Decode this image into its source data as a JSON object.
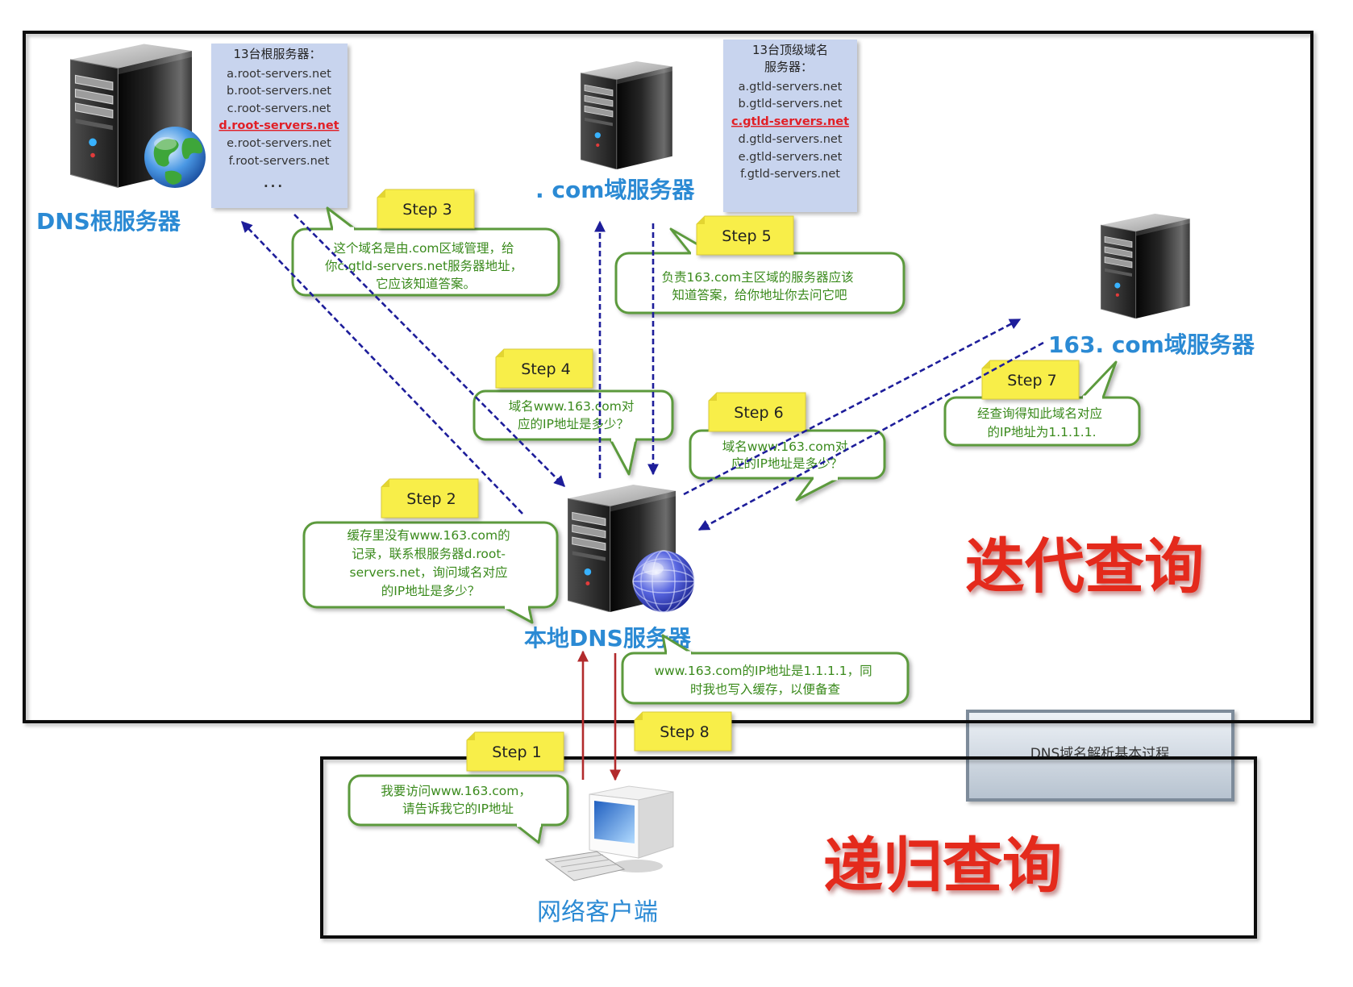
{
  "title": "DNS域名解析基本过程",
  "query_types": {
    "iterative": "迭代查询",
    "recursive": "递归查询"
  },
  "root_server": {
    "label": "DNS根服务器",
    "icon": "server-icon",
    "list_title": "13台根服务器：",
    "list": [
      {
        "name": "a.root-servers.net",
        "highlighted": false
      },
      {
        "name": "b.root-servers.net",
        "highlighted": false
      },
      {
        "name": "c.root-servers.net",
        "highlighted": false
      },
      {
        "name": "d.root-servers.net",
        "highlighted": true
      },
      {
        "name": "e.root-servers.net",
        "highlighted": false
      },
      {
        "name": "f.root-servers.net",
        "highlighted": false
      }
    ],
    "list_more": "..."
  },
  "com_server": {
    "label": ". com域服务器",
    "icon": "server-icon",
    "list_title": [
      "13台顶级域名",
      "服务器："
    ],
    "list": [
      {
        "name": "a.gtld-servers.net",
        "highlighted": false
      },
      {
        "name": "b.gtld-servers.net",
        "highlighted": false
      },
      {
        "name": "c.gtld-servers.net",
        "highlighted": true
      },
      {
        "name": "d.gtld-servers.net",
        "highlighted": false
      },
      {
        "name": "e.gtld-servers.net",
        "highlighted": false
      },
      {
        "name": "f.gtld-servers.net",
        "highlighted": false
      }
    ]
  },
  "domain_server": {
    "label": "163. com域服务器",
    "icon": "server-icon"
  },
  "local_dns": {
    "label": "本地DNS服务器",
    "icon": "server-icon"
  },
  "client": {
    "label": "网络客户端",
    "icon": "computer-icon"
  },
  "steps": [
    {
      "label": "Step 1",
      "message": [
        "我要访问www.163.com，",
        "请告诉我它的IP地址"
      ]
    },
    {
      "label": "Step 2",
      "message": [
        "缓存里没有www.163.com的",
        "记录，联系根服务器d.root-",
        "servers.net，询问域名对应",
        "的IP地址是多少？"
      ]
    },
    {
      "label": "Step 3",
      "message": [
        "这个域名是由.com区域管理，给",
        "你c.gtld-servers.net服务器地址，",
        "它应该知道答案。"
      ]
    },
    {
      "label": "Step 4",
      "message": [
        "域名www.163.com对",
        "应的IP地址是多少？"
      ]
    },
    {
      "label": "Step 5",
      "message": [
        "负责163.com主区域的服务器应该",
        "知道答案，给你地址你去问它吧"
      ]
    },
    {
      "label": "Step 6",
      "message": [
        "域名www.163.com对",
        "应的IP地址是多少？"
      ]
    },
    {
      "label": "Step 7",
      "message": [
        "经查询得知此域名对应",
        "的IP地址为1.1.1.1."
      ]
    },
    {
      "label": "Step 8",
      "message": [
        "www.163.com的IP地址是1.1.1.1，同",
        "时我也写入缓存，以便备查"
      ]
    }
  ],
  "colors": {
    "label_blue": "#2b8ad4",
    "query_red": "#e42a1f",
    "highlight_red": "#e11f26",
    "bubble_green": "#5c9a3c",
    "bubble_text_green": "#3a8a1c",
    "arrow_navy": "#1d1d9a",
    "arrow_red": "#b22a2c",
    "note_yellow": "#f8ee4a",
    "list_bg": "#c8d4ee"
  }
}
